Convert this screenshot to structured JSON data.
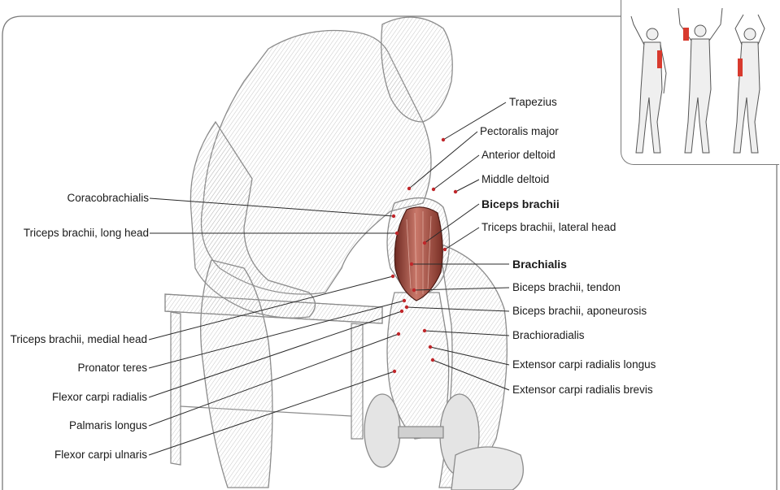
{
  "diagram": {
    "labels_left": [
      {
        "text": "Coracobrachialis"
      },
      {
        "text": "Triceps brachii, long head"
      },
      {
        "text": "Triceps brachii, medial head"
      },
      {
        "text": "Pronator teres"
      },
      {
        "text": "Flexor carpi radialis"
      },
      {
        "text": "Palmaris longus"
      },
      {
        "text": "Flexor carpi ulnaris"
      }
    ],
    "labels_right": [
      {
        "text": "Trapezius",
        "bold": false
      },
      {
        "text": "Pectoralis major",
        "bold": false
      },
      {
        "text": "Anterior deltoid",
        "bold": false
      },
      {
        "text": "Middle deltoid",
        "bold": false
      },
      {
        "text": "Biceps brachii",
        "bold": true
      },
      {
        "text": "Triceps brachii, lateral head",
        "bold": false
      },
      {
        "text": "Brachialis",
        "bold": true
      },
      {
        "text": "Biceps brachii, tendon",
        "bold": false
      },
      {
        "text": "Biceps brachii, aponeurosis",
        "bold": false
      },
      {
        "text": "Brachioradialis",
        "bold": false
      },
      {
        "text": "Extensor carpi radialis longus",
        "bold": false
      },
      {
        "text": "Extensor carpi radialis brevis",
        "bold": false
      }
    ],
    "colors": {
      "line": "#2a2a2a",
      "dot": "#c0262a",
      "sketch": "#8c8c8c",
      "muscle_highlight": "#a9453a",
      "inset_highlight": "#d83a2e"
    }
  }
}
